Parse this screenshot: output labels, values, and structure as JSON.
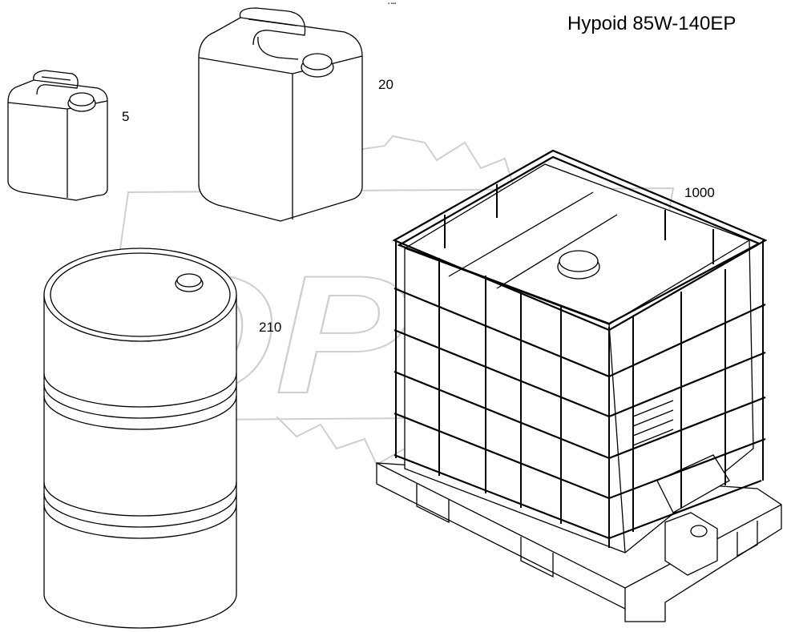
{
  "diagram": {
    "title": "Hypoid 85W-140EP",
    "corner_mark": "▪ ▪▪▪",
    "containers": [
      {
        "id": "canister-5",
        "label": "5"
      },
      {
        "id": "canister-20",
        "label": "20"
      },
      {
        "id": "barrel-210",
        "label": "210"
      },
      {
        "id": "ibc-1000",
        "label": "1000"
      }
    ],
    "watermark": {
      "text": "OPEX",
      "color": "#d0d0d0"
    },
    "colors": {
      "line": "#000000",
      "background": "#ffffff"
    }
  }
}
